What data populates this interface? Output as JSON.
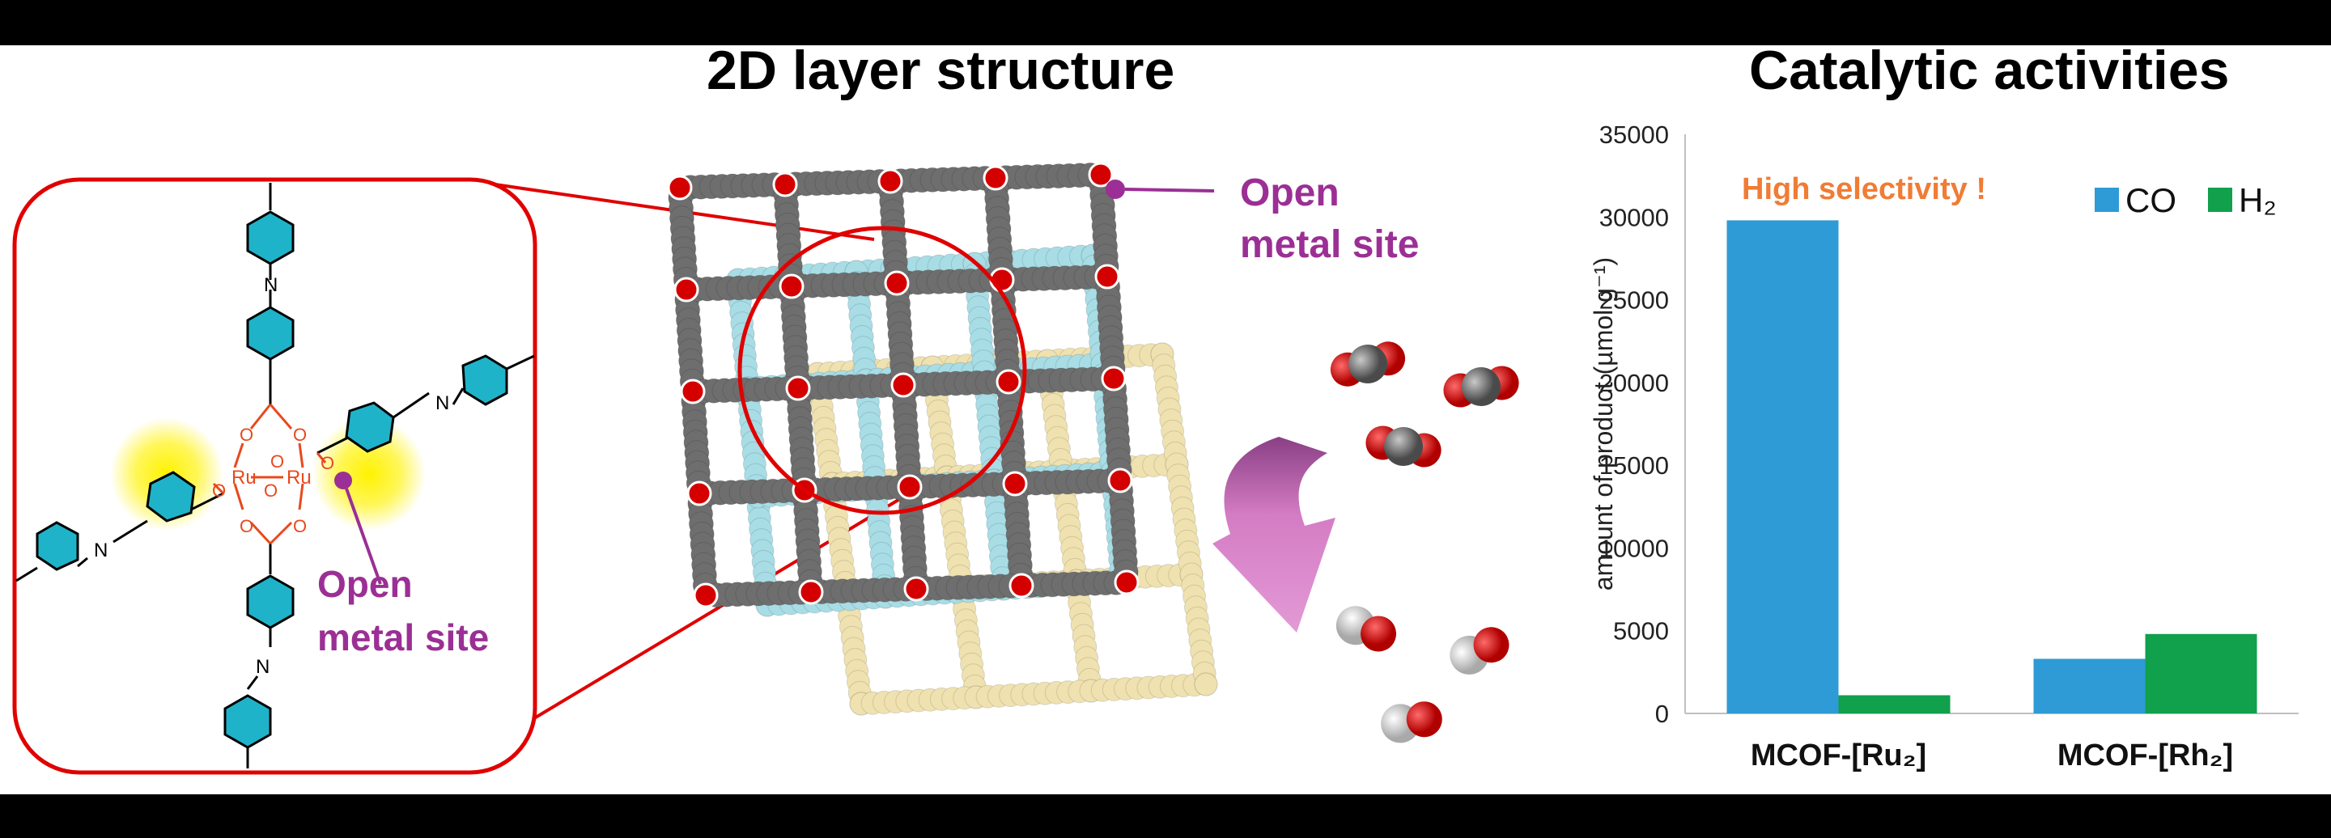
{
  "headings": {
    "structure": "2D layer structure",
    "activity": "Catalytic activities"
  },
  "molecule": {
    "metal_label": "Ru",
    "oxygen_label": "O",
    "imine_label": "N",
    "open_site_line1": "Open",
    "open_site_line2": "metal site",
    "open_site_color": "#9b2f95",
    "glow_color": "#fff200",
    "bond_color": "#e8491d",
    "ring_color": "#1fb3c9"
  },
  "framework": {
    "open_site_line1": "Open",
    "open_site_line2": "metal site",
    "layer_colors": [
      "#6e6e6e",
      "#a8dde6",
      "#efe2b0"
    ],
    "zoom_color": "#e00000",
    "arrow_color": "#d47cc4"
  },
  "chart_data": {
    "type": "bar",
    "categories": [
      "MCOF-[Ru₂]",
      "MCOF-[Rh₂]"
    ],
    "series": [
      {
        "name": "CO",
        "color": "#2e9bd6",
        "values": [
          29800,
          3300
        ]
      },
      {
        "name": "H₂",
        "color": "#11a04c",
        "values": [
          1100,
          4800
        ]
      }
    ],
    "ylabel": "amount of product (µmol g⁻¹)",
    "ylim": [
      0,
      35000
    ],
    "yticks": [
      0,
      5000,
      10000,
      15000,
      20000,
      25000,
      30000,
      35000
    ],
    "annotation": "High selectivity !",
    "annotation_color": "#f07c35",
    "legend_position": "top-right",
    "grid": false
  }
}
